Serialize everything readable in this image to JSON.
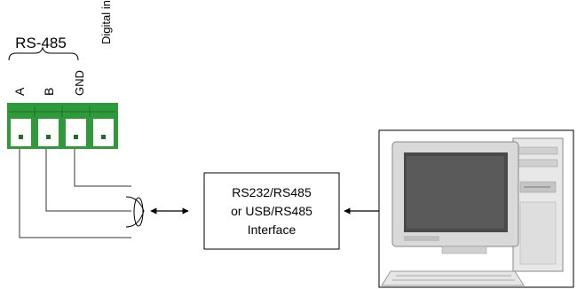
{
  "connector": {
    "group_label": "RS-485",
    "extra_label": "Digital input",
    "pins": [
      "A",
      "B",
      "GND",
      ""
    ],
    "block_color": "#2f9a3a",
    "dot_color": "#1f6e26"
  },
  "interface_box": {
    "line1": "RS232/RS485",
    "line2": "or USB/RS485",
    "line3": "Interface"
  },
  "computer": {
    "icon": "desktop-computer-icon"
  }
}
